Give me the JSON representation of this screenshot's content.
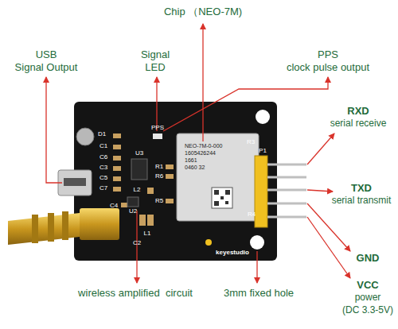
{
  "diagram": {
    "labels": [
      "Chip （NEO-7M)",
      "USB",
      "Signal Output",
      "Signal",
      "LED",
      "PPS",
      "clock pulse output",
      "RXD",
      "serial receive",
      "TXD",
      "serial transmit",
      "GND",
      "VCC",
      "power",
      "(DC 3.3-5V)",
      "wireless amplified  circuit",
      "3mm fixed hole",
      "PPS",
      "D1",
      "C1",
      "C6",
      "C3",
      "C5",
      "C7",
      "U3",
      "R1",
      "R6",
      "L2",
      "R5",
      "C4",
      "U2",
      "L1",
      "C2",
      "R3",
      "P1",
      "R4",
      "keyestudio",
      "NEO-7M-0-000",
      "1605426244",
      "1661",
      "0460 32"
    ]
  }
}
